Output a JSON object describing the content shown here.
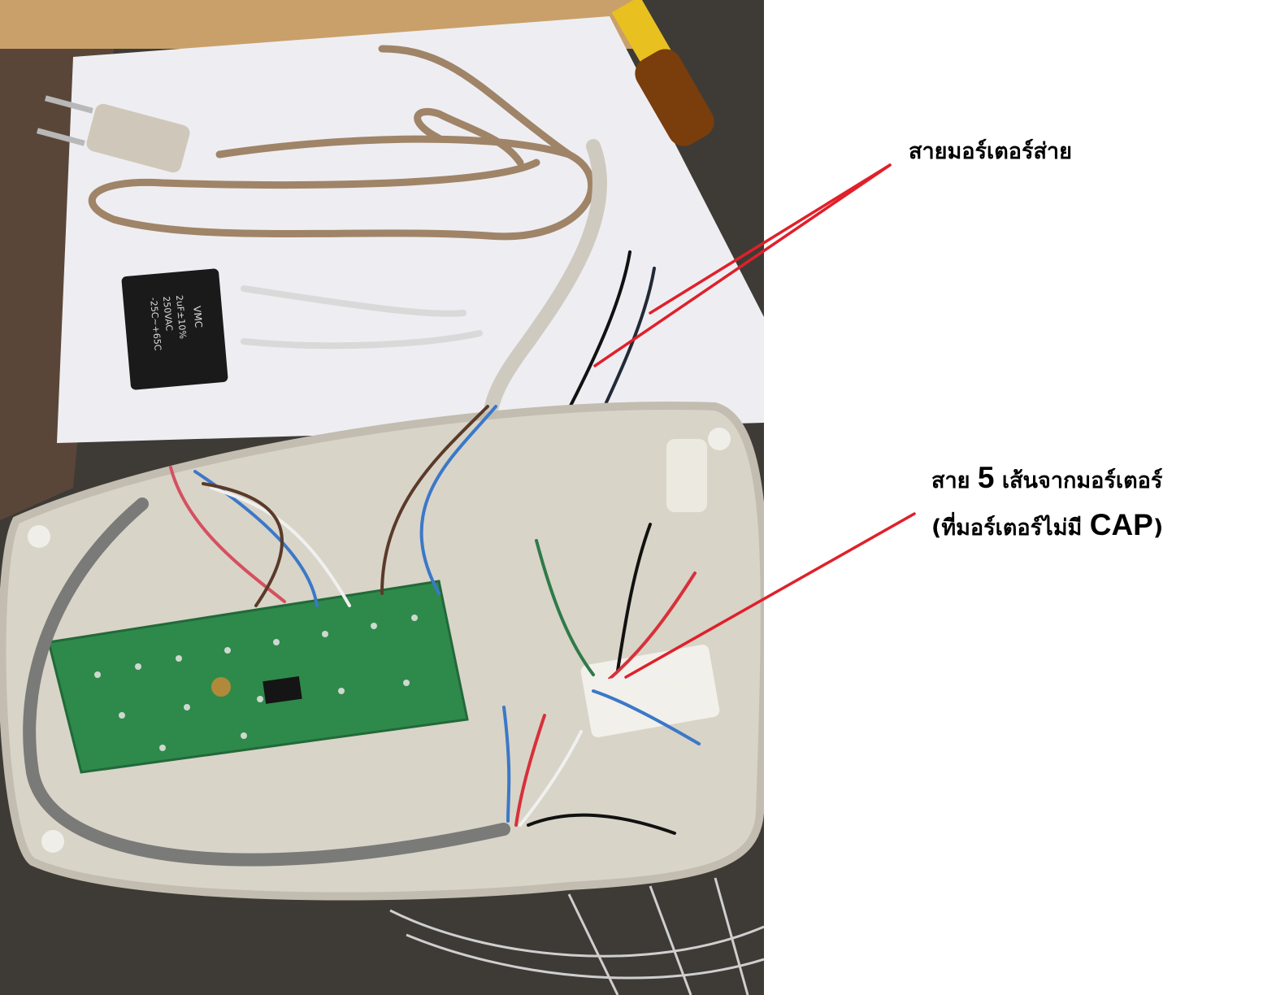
{
  "annotations": {
    "top_label": "สายมอร์เตอร์ส่าย",
    "bottom_label_line1_pre": "สาย ",
    "bottom_label_line1_num": "5",
    "bottom_label_line1_post": " เส้นจากมอร์เตอร์",
    "bottom_label_line2_pre": "(ที่มอร์เตอร์ไม่มี ",
    "bottom_label_line2_cap": "CAP",
    "bottom_label_line2_post": ")"
  },
  "capacitor_marking": {
    "brand": "VMC",
    "rating": "2uF±10%",
    "voltage": "250VAC",
    "temp": "-25C~+65C"
  },
  "colors": {
    "annotation_line": "#e0202a",
    "pcb": "#2e8a4a",
    "housing": "#d8d4c8"
  }
}
